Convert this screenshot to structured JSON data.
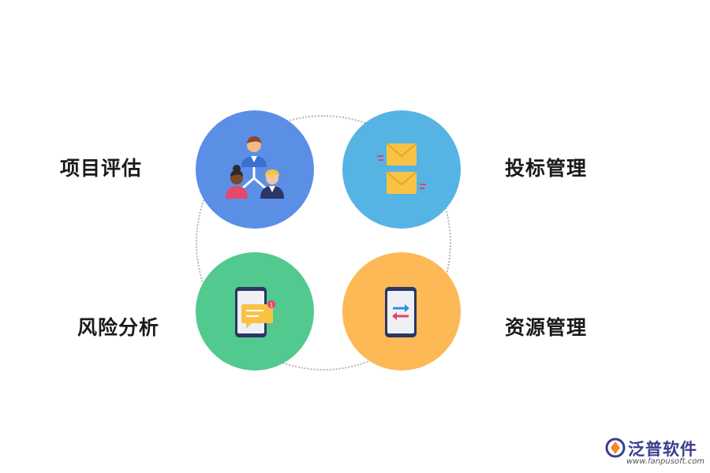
{
  "labels": {
    "top_left": "项目评估",
    "top_right": "投标管理",
    "bottom_left": "风险分析",
    "bottom_right": "资源管理"
  },
  "colors": {
    "top_left": "#5b8fe6",
    "top_right": "#55b4e3",
    "bottom_left": "#52c98f",
    "bottom_right": "#fcb955"
  },
  "icons": {
    "top_left": "team-hierarchy-icon",
    "top_right": "envelopes-icon",
    "bottom_left": "phone-message-icon",
    "bottom_right": "phone-transfer-icon"
  },
  "notification_count": "1",
  "logo": {
    "name": "泛普软件",
    "url": "www.fanpusoft.com"
  }
}
